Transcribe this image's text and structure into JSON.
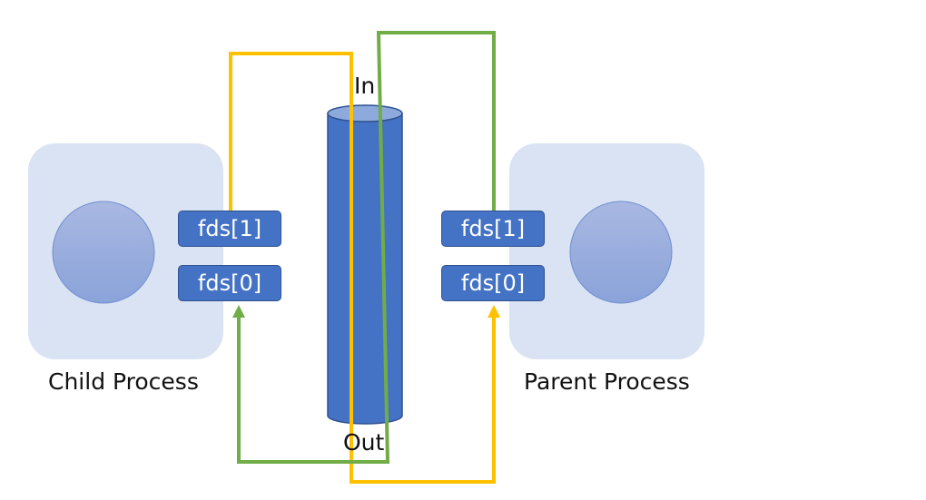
{
  "child": {
    "label": "Child Process",
    "fd_write": "fds[1]",
    "fd_read": "fds[0]"
  },
  "parent": {
    "label": "Parent Process",
    "fd_write": "fds[1]",
    "fd_read": "fds[0]"
  },
  "pipe": {
    "in_label": "In",
    "out_label": "Out"
  },
  "colors": {
    "process_bg": "#dae3f3",
    "fd_fill": "#4472c4",
    "pipe_fill": "#4472c4",
    "child_to_parent_line": "#ffc000",
    "parent_to_child_line": "#70ad47"
  }
}
